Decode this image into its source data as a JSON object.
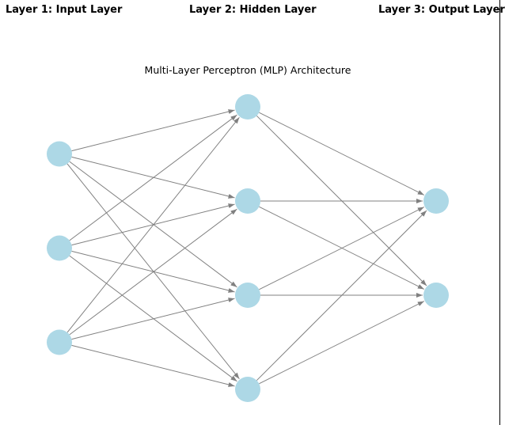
{
  "layer_labels": {
    "input": "Layer 1: Input Layer",
    "hidden": "Layer 2: Hidden Layer",
    "output": "Layer 3: Output Layer"
  },
  "title": "Multi-Layer Perceptron (MLP) Architecture",
  "network": {
    "layers": [
      3,
      4,
      2
    ],
    "node_color": "#add8e6",
    "edge_color": "#808080",
    "fully_connected": true
  }
}
